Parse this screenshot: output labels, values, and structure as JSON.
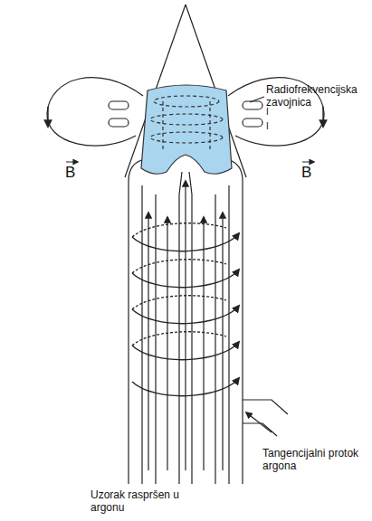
{
  "diagram": {
    "labels": [
      "Radiofrekvencijska zavojnica",
      "B",
      "B",
      "I",
      "I",
      "Tangencijalni protok argona",
      "Uzorak raspršen u argonu"
    ]
  }
}
